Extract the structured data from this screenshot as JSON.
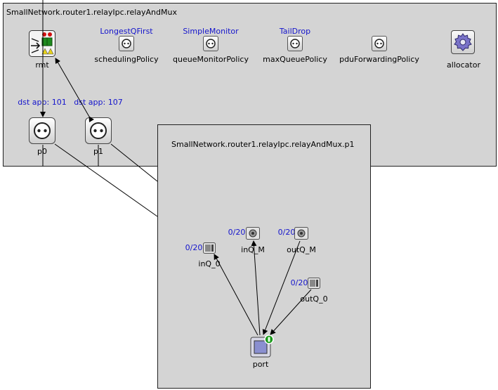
{
  "outer": {
    "title": "SmallNetwork.router1.relayIpc.relayAndMux",
    "rmt_label": "rmt",
    "policies": [
      {
        "name": "schedulingPolicy",
        "value": "LongestQFirst"
      },
      {
        "name": "queueMonitorPolicy",
        "value": "SimpleMonitor"
      },
      {
        "name": "maxQueuePolicy",
        "value": "TailDrop"
      },
      {
        "name": "pduForwardingPolicy",
        "value": ""
      }
    ],
    "allocator_label": "allocator",
    "ports": [
      {
        "name": "p0",
        "dst": "dst app: 101"
      },
      {
        "name": "p1",
        "dst": "dst app: 107"
      }
    ]
  },
  "inner": {
    "title": "SmallNetwork.router1.relayIpc.relayAndMux.p1",
    "queues": [
      {
        "name": "inQ_0",
        "count": "0/20"
      },
      {
        "name": "inQ_M",
        "count": "0/20"
      },
      {
        "name": "outQ_M",
        "count": "0/20"
      },
      {
        "name": "outQ_0",
        "count": "0/20"
      }
    ],
    "port_label": "port"
  },
  "colors": {
    "panel": "#d4d4d4",
    "link_blue": "#1414cc",
    "border": "#202020"
  },
  "icons": [
    "router-icon",
    "gear-icon",
    "policy-icon",
    "port-icon",
    "queue-icon",
    "leaf-port-icon"
  ]
}
